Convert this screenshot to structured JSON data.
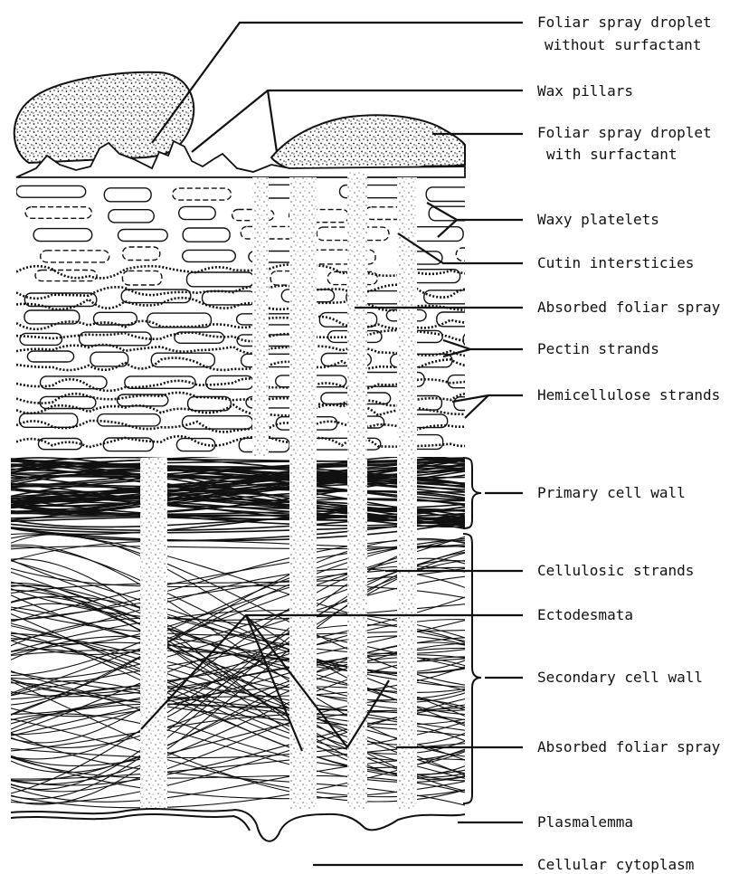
{
  "labels": {
    "droplet_no_surfactant_1": "Foliar spray droplet",
    "droplet_no_surfactant_2": "without surfactant",
    "wax_pillars": "Wax pillars",
    "droplet_surfactant_1": "Foliar spray droplet",
    "droplet_surfactant_2": "with surfactant",
    "waxy_platelets": "Waxy platelets",
    "cutin_intersticies": "Cutin intersticies",
    "absorbed_upper": "Absorbed foliar spray",
    "pectin_strands": "Pectin strands",
    "hemicellulose_strands": "Hemicellulose strands",
    "primary_cell_wall": "Primary cell wall",
    "cellulosic_strands": "Cellulosic strands",
    "ectodesmata": "Ectodesmata",
    "secondary_cell_wall": "Secondary cell wall",
    "absorbed_lower": "Absorbed foliar spray",
    "plasmalemma": "Plasmalemma",
    "cellular_cytoplasm": "Cellular cytoplasm"
  },
  "colors": {
    "ink": "#111111",
    "paper": "#ffffff"
  }
}
